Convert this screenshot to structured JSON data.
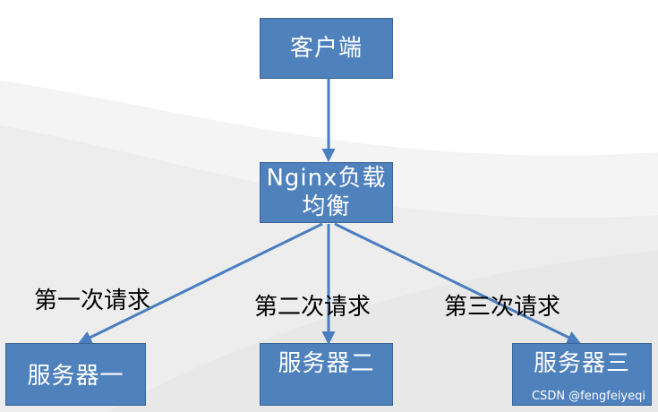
{
  "nodes": {
    "client": "客户端",
    "nginx": "Nginx负载均衡",
    "server1": "服务器一",
    "server2": "服务器二",
    "server3": "服务器三"
  },
  "edges": [
    {
      "from": "client",
      "to": "nginx",
      "label": ""
    },
    {
      "from": "nginx",
      "to": "server1",
      "label": "第一次请求"
    },
    {
      "from": "nginx",
      "to": "server2",
      "label": "第二次请求"
    },
    {
      "from": "nginx",
      "to": "server3",
      "label": "第三次请求"
    }
  ],
  "watermark": "CSDN @fengfeiyeqi",
  "colors": {
    "node_fill": "#4f81bd",
    "node_text": "#ffffff",
    "edge": "#4a7ebf"
  }
}
